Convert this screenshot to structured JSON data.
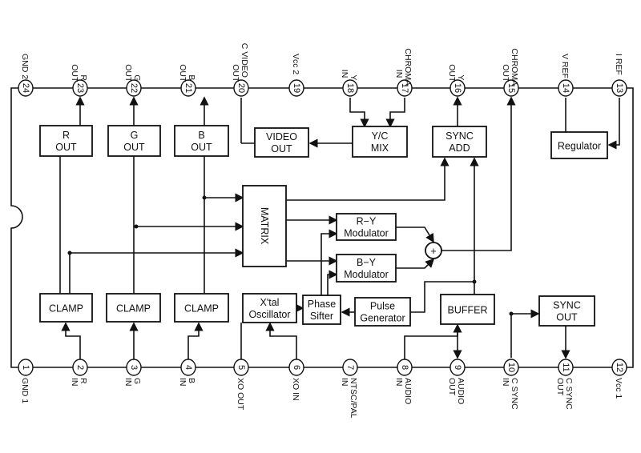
{
  "top_pins": [
    {
      "num": "24",
      "label": [
        "GND 2"
      ]
    },
    {
      "num": "23",
      "label": [
        "R",
        "OUT"
      ]
    },
    {
      "num": "22",
      "label": [
        "G",
        "OUT"
      ]
    },
    {
      "num": "21",
      "label": [
        "B",
        "OUT"
      ]
    },
    {
      "num": "20",
      "label": [
        "C VIDEO",
        "OUT"
      ]
    },
    {
      "num": "19",
      "label": [
        "Vcc 2"
      ]
    },
    {
      "num": "18",
      "label": [
        "Y",
        "IN"
      ]
    },
    {
      "num": "17",
      "label": [
        "CHROMA",
        "IN"
      ]
    },
    {
      "num": "16",
      "label": [
        "Y",
        "OUT"
      ]
    },
    {
      "num": "15",
      "label": [
        "CHROMA",
        "OUT"
      ]
    },
    {
      "num": "14",
      "label": [
        "V REF"
      ]
    },
    {
      "num": "13",
      "label": [
        "I REF"
      ]
    }
  ],
  "bottom_pins": [
    {
      "num": "1",
      "label": [
        "GND 1"
      ]
    },
    {
      "num": "2",
      "label": [
        "R",
        "IN"
      ]
    },
    {
      "num": "3",
      "label": [
        "G",
        "IN"
      ]
    },
    {
      "num": "4",
      "label": [
        "B",
        "IN"
      ]
    },
    {
      "num": "5",
      "label": [
        "XO OUT"
      ]
    },
    {
      "num": "6",
      "label": [
        "XO IN"
      ]
    },
    {
      "num": "7",
      "label": [
        "NTSC/PAL",
        "IN"
      ]
    },
    {
      "num": "8",
      "label": [
        "AUDIO",
        "IN"
      ]
    },
    {
      "num": "9",
      "label": [
        "AUDIO",
        "OUT"
      ]
    },
    {
      "num": "10",
      "label": [
        "C SYNC",
        "IN"
      ]
    },
    {
      "num": "11",
      "label": [
        "C SYNC",
        "OUT"
      ]
    },
    {
      "num": "12",
      "label": [
        "Vcc 1"
      ]
    }
  ],
  "blocks": {
    "r_out": [
      "R",
      "OUT"
    ],
    "g_out": [
      "G",
      "OUT"
    ],
    "b_out": [
      "B",
      "OUT"
    ],
    "video_out": [
      "VIDEO",
      "OUT"
    ],
    "yc_mix": [
      "Y/C",
      "MIX"
    ],
    "sync_add": [
      "SYNC",
      "ADD"
    ],
    "regulator": [
      "Regulator"
    ],
    "matrix": "MATRIX",
    "ry_mod": [
      "R−Y",
      "Modulator"
    ],
    "by_mod": [
      "B−Y",
      "Modulator"
    ],
    "adder": "+",
    "clamp1": [
      "CLAMP"
    ],
    "clamp2": [
      "CLAMP"
    ],
    "clamp3": [
      "CLAMP"
    ],
    "xtal": [
      "X'tal",
      "Oscillator"
    ],
    "phase": [
      "Phase",
      "Sifter"
    ],
    "pulse": [
      "Pulse",
      "Generator"
    ],
    "buffer": [
      "BUFFER"
    ],
    "sync_out": [
      "SYNC",
      "OUT"
    ]
  }
}
